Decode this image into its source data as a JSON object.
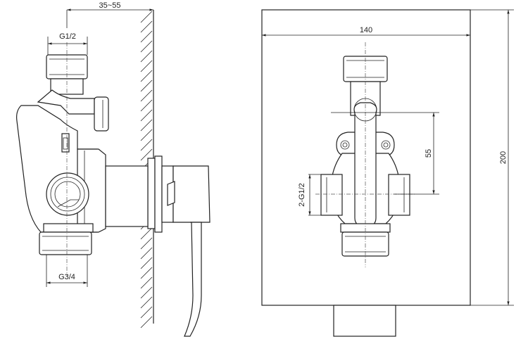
{
  "dimensions": {
    "wall_depth": "35~55",
    "inlet_thread": "G1/2",
    "outlet_thread": "G3/4",
    "plate_width": "140",
    "plate_height": "200",
    "port_spacing": "55",
    "side_ports": "2-G1/2"
  }
}
